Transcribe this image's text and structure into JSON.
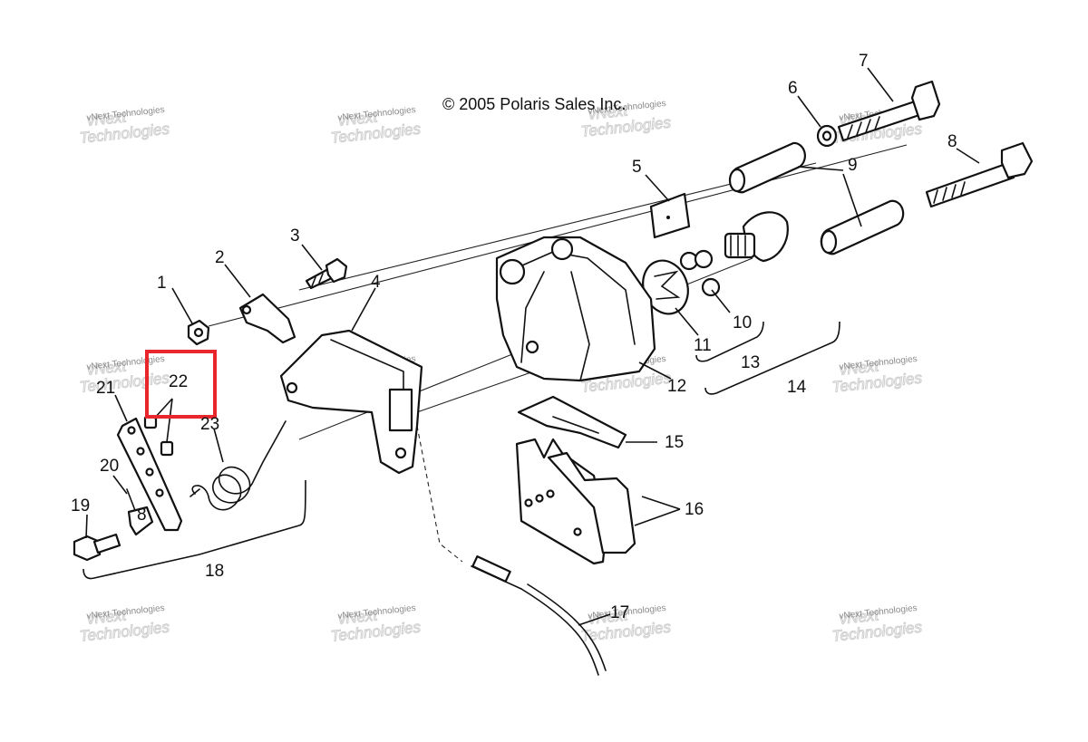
{
  "copyright": "© 2005 Polaris Sales Inc.",
  "watermark": {
    "line1": "vNext Technologies",
    "brand_top": "vNext",
    "brand_bottom": "Technologies"
  },
  "callouts": [
    "1",
    "2",
    "3",
    "4",
    "5",
    "6",
    "7",
    "8",
    "9",
    "10",
    "11",
    "12",
    "13",
    "14",
    "15",
    "16",
    "17",
    "18",
    "19",
    "20",
    "21",
    "22",
    "23",
    "8"
  ],
  "highlight": {
    "label": "22",
    "color": "#e8262b"
  }
}
